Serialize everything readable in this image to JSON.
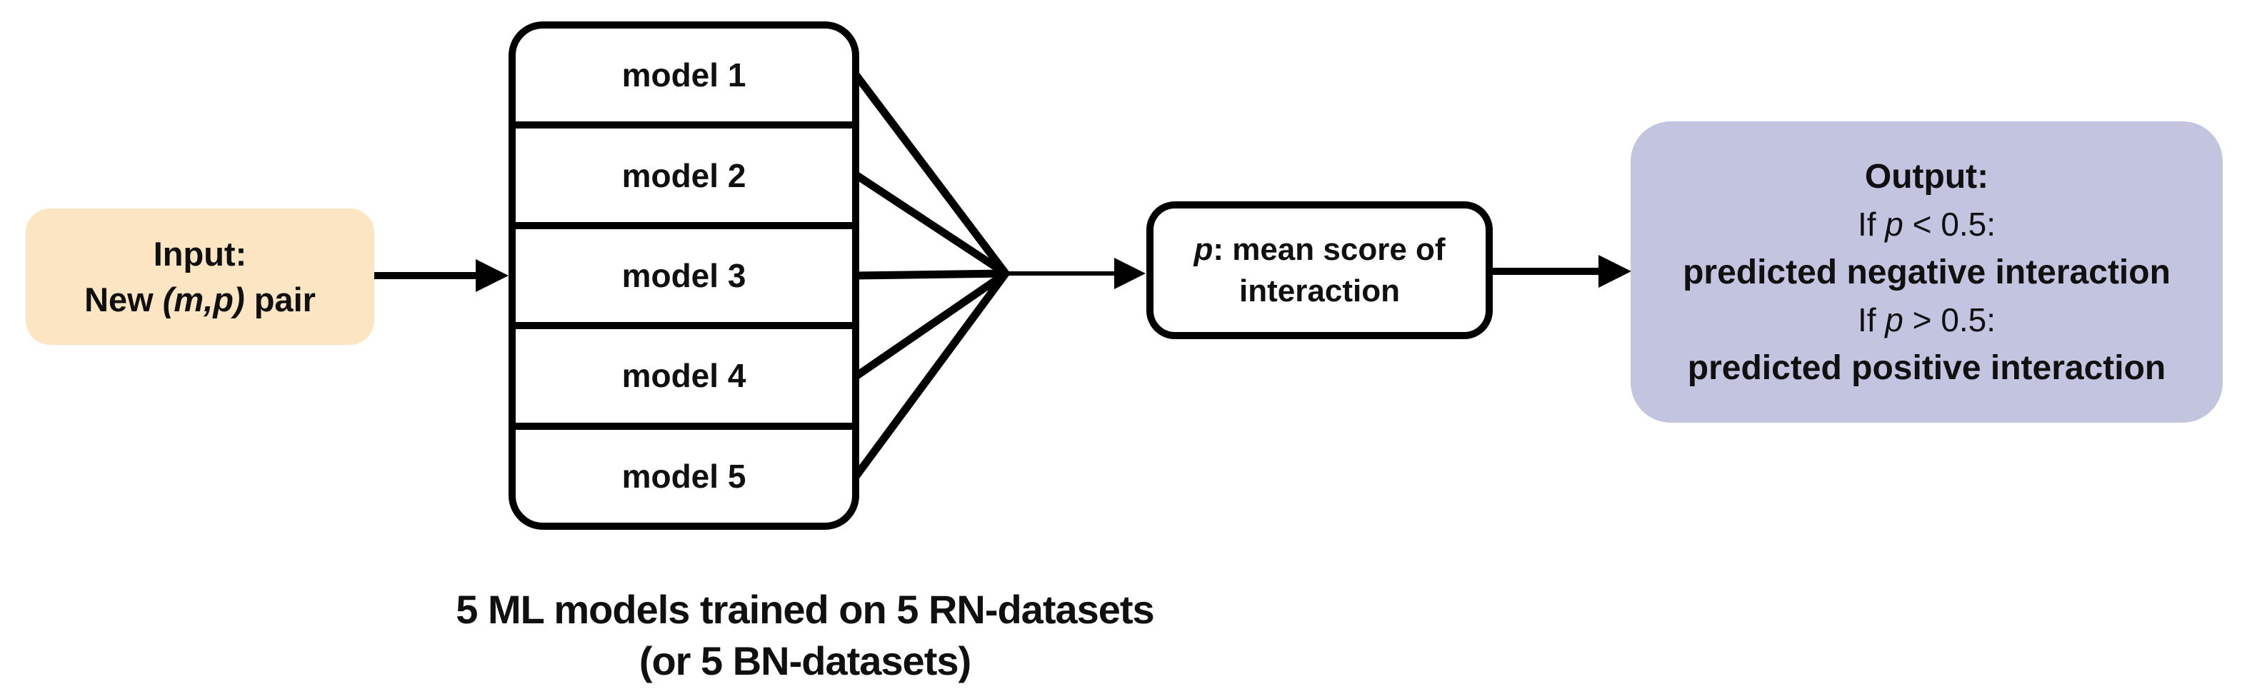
{
  "diagram": {
    "colors": {
      "connector": "#000000",
      "input_box_bg": "#FBE5C2",
      "score_box_bg": "#FFFFFF",
      "output_box_bg": "#C3C4E0"
    },
    "input_box": {
      "title": "Input:",
      "line2_prefix": "New ",
      "line2_pair": "(m,p)",
      "line2_suffix": " pair"
    },
    "model_stack": {
      "models": [
        {
          "label": "model 1"
        },
        {
          "label": "model 2"
        },
        {
          "label": "model 3"
        },
        {
          "label": "model 4"
        },
        {
          "label": "model 5"
        }
      ],
      "caption_line1": "5 ML models trained on 5 RN-datasets",
      "caption_line2": "(or 5 BN-datasets)"
    },
    "score_box": {
      "p_symbol": "p",
      "line1_rest": ": mean score of",
      "line2": "interaction"
    },
    "output_box": {
      "title": "Output:",
      "cond1_prefix": "If ",
      "cond1_p": "p",
      "cond1_suffix": " < 0.5:",
      "result1": "predicted negative interaction",
      "cond2_prefix": "If ",
      "cond2_p": "p",
      "cond2_suffix": " > 0.5:",
      "result2": "predicted positive interaction"
    }
  }
}
